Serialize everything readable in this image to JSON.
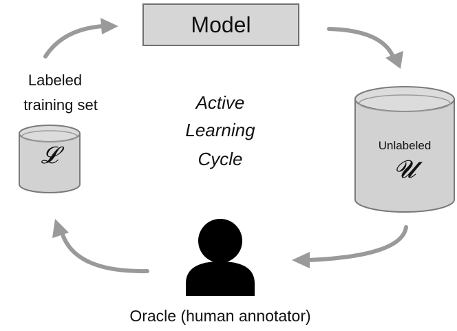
{
  "model": {
    "label": "Model"
  },
  "labeled_set": {
    "line1": "Labeled",
    "line2": "training set",
    "symbol": "𝓛"
  },
  "unlabeled_set": {
    "label": "Unlabeled",
    "symbol": "𝓤"
  },
  "cycle_title": {
    "line1": "Active",
    "line2": "Learning",
    "line3": "Cycle"
  },
  "oracle": {
    "label": "Oracle (human annotator)",
    "icon": "person-icon"
  },
  "colors": {
    "arrow": "#9a9a9a",
    "box_fill": "#d6d6d6",
    "box_stroke": "#707070",
    "cylinder_fill": "#d2d2d2",
    "cylinder_stroke": "#7a7a7a",
    "person": "#000000"
  }
}
